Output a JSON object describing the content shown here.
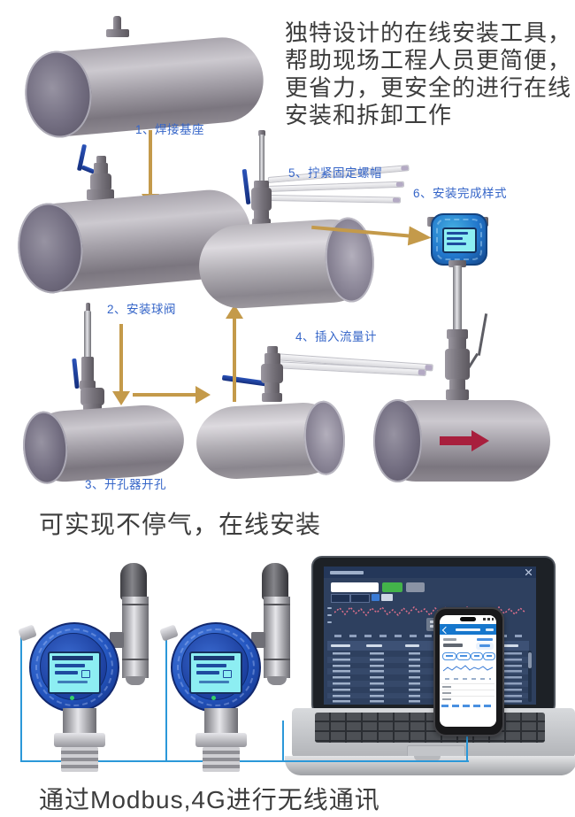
{
  "intro": {
    "text": "独特设计的在线安装工具，　帮助现场工程人员更简便，　更省力，更安全的进行在线安装和拆卸工作"
  },
  "steps": [
    {
      "label": "1、焊接基座"
    },
    {
      "label": "2、安装球阀"
    },
    {
      "label": "3、开孔器开孔"
    },
    {
      "label": "4、插入流量计"
    },
    {
      "label": "5、拧紧固定螺帽"
    },
    {
      "label": "6、安装完成样式"
    }
  ],
  "captions": {
    "online_install": "可实现不停气，在线安装",
    "communication": "通过Modbus,4G进行无线通讯"
  },
  "colors": {
    "step-label": "#3565c8",
    "arrow-gold": "#c49a4a",
    "caption-text": "#3d3d3d",
    "wire-blue": "#2b98d9",
    "device-blue": "#2456c0",
    "lcd-cyan": "#8deef2",
    "dashboard-bg": "#2e405f",
    "chart-pink": "#e0708c",
    "green-button": "#43b34a",
    "phone-header": "#1677cd",
    "flow-arrow-red": "#a81f3d"
  }
}
